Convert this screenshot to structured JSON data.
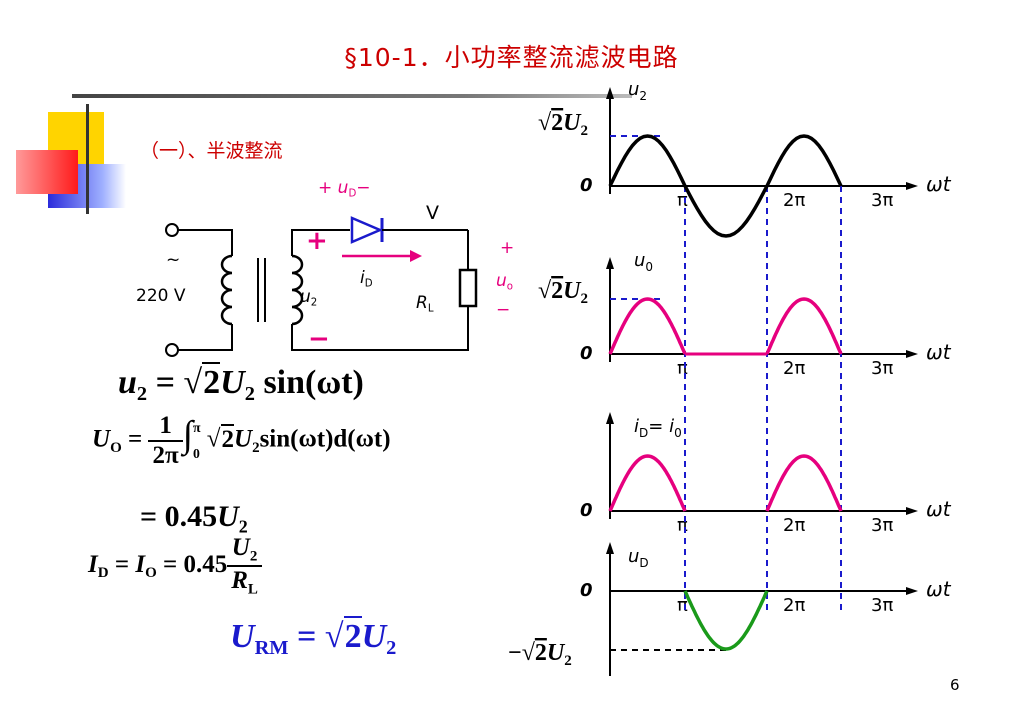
{
  "title": "§10-1．小功率整流滤波电路",
  "section": "（一）、半波整流",
  "page_number": "6",
  "circuit": {
    "source_tilde": "~",
    "source_voltage": "220 V",
    "u2": "u",
    "u2_sub": "2",
    "diode_polarity_plus": "+",
    "diode_polarity_minus": "−",
    "uD": "u",
    "uD_sub": "D",
    "V": "V",
    "iD": "i",
    "iD_sub": "D",
    "RL": "R",
    "RL_sub": "L",
    "plus": "+",
    "minus": "−",
    "uo_plus": "+",
    "uo": "u",
    "uo_sub": "o",
    "uo_minus": "−"
  },
  "formulas": {
    "f1_lhs": "u",
    "f1_lhs_sub": "2",
    "f1_eq": "=",
    "f1_sqrt": "2",
    "f1_U": "U",
    "f1_U_sub": "2",
    "f1_tail": "sin(ωt)",
    "f2_lhs": "U",
    "f2_lhs_sub": "O",
    "f2_eq": "=",
    "f2_num": "1",
    "f2_den": "2π",
    "f2_int_upper": "π",
    "f2_int_lower": "0",
    "f2_sqrt": "2",
    "f2_U": "U",
    "f2_U_sub": "2",
    "f2_tail": "sin(ωt)d(ωt)",
    "f3_eq": "= 0.45",
    "f3_U": "U",
    "f3_U_sub": "2",
    "f4_lhs": "I",
    "f4_lhs_sub": "D",
    "f4_eq1": "=",
    "f4_mid": "I",
    "f4_mid_sub": "O",
    "f4_eq2": "= 0.45",
    "f4_num": "U",
    "f4_num_sub": "2",
    "f4_den": "R",
    "f4_den_sub": "L",
    "f5_lhs": "U",
    "f5_lhs_sub": "RM",
    "f5_eq": "=",
    "f5_sqrt": "2",
    "f5_U": "U",
    "f5_U_sub": "2"
  },
  "waveforms": {
    "axis_label": "ωt",
    "zero": "0",
    "tick_pi": "π",
    "tick_2pi": "2π",
    "tick_3pi": "3π",
    "peak_sqrt": "2",
    "peak_U": "U",
    "peak_sub": "2",
    "neg_sign": "−",
    "panel1_label": "u",
    "panel1_label_sub": "2",
    "panel2_label": "u",
    "panel2_label_sub": "0",
    "panel3_label_a": "i",
    "panel3_label_a_sub": "D",
    "panel3_eq": "=",
    "panel3_label_b": "i",
    "panel3_label_b_sub": "0",
    "panel4_label": "u",
    "panel4_label_sub": "D",
    "colors": {
      "u2_wave": "#000000",
      "uo_wave": "#e6007e",
      "uD_wave": "#1a9a1a",
      "guide": "#1a1acc"
    }
  }
}
